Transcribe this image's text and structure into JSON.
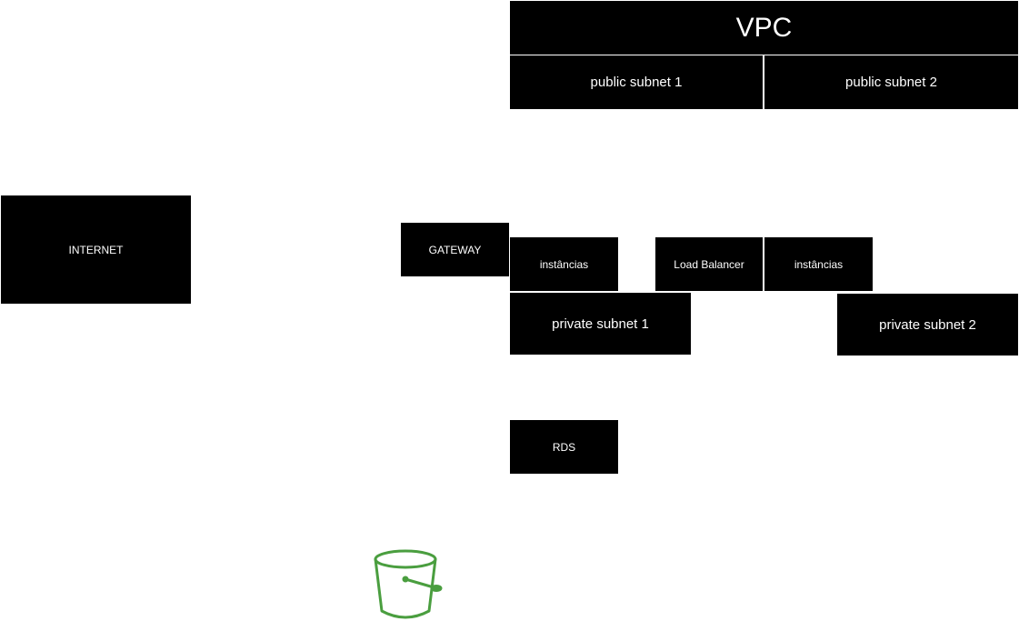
{
  "vpc": {
    "label": "VPC",
    "public_subnet_1": "public subnet 1",
    "public_subnet_2": "public subnet 2",
    "private_subnet_1": "private subnet 1",
    "private_subnet_2": "private subnet 2"
  },
  "internet": {
    "label": "INTERNET"
  },
  "gateway": {
    "label": "GATEWAY"
  },
  "instances_1": {
    "label": "instâncias"
  },
  "load_balancer": {
    "label": "Load Balancer"
  },
  "instances_2": {
    "label": "instâncias"
  },
  "rds": {
    "label": "RDS"
  },
  "bucket": {
    "icon": "s3-bucket-icon",
    "color": "#4a9e3f"
  },
  "colors": {
    "box_fill": "#000000",
    "box_text": "#ffffff",
    "background": "#ffffff"
  }
}
